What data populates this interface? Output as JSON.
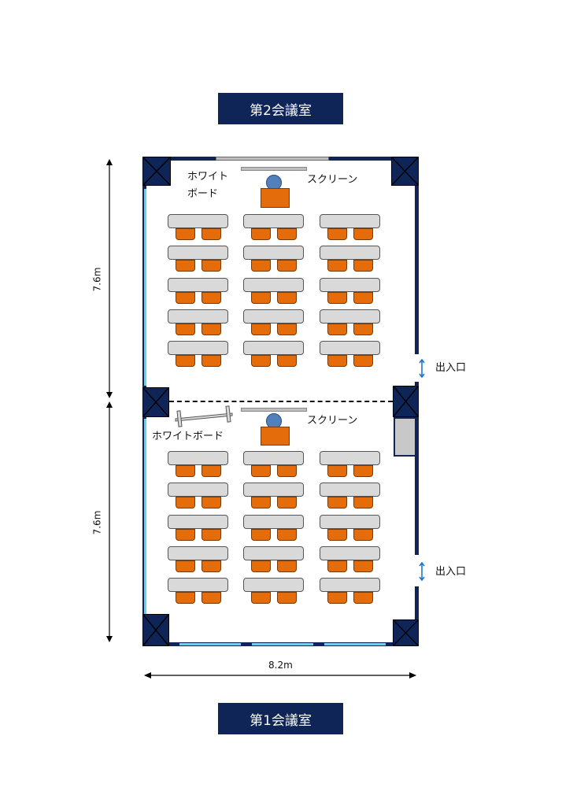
{
  "rooms": {
    "upper": {
      "title": "第2会議室",
      "whiteboard_line1": "ホワイト",
      "whiteboard_line2": "ボード",
      "screen": "スクリーン",
      "entrance": "出入口",
      "height_dim": "7.6m"
    },
    "lower": {
      "title": "第1会議室",
      "whiteboard": "ホワイトボード",
      "screen": "スクリーン",
      "entrance": "出入口",
      "height_dim": "7.6m"
    }
  },
  "width_dim": "8.2m",
  "layout": {
    "table_columns": 3,
    "table_rows_per_room": 5,
    "chairs_per_table": 2
  },
  "colors": {
    "navy": "#0f2557",
    "chair": "#e46c0a",
    "table": "#d9d9d9",
    "presenter": "#4f81bd",
    "window": "#5fd8e0",
    "door_arrow": "#1f77d0"
  }
}
